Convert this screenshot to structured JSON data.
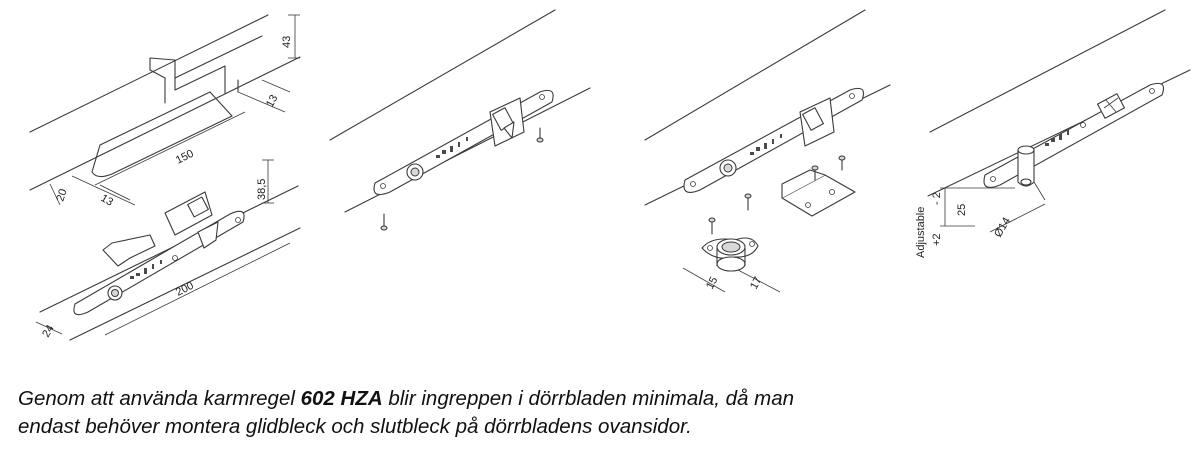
{
  "dimensions": {
    "d43": "43",
    "d13a": "13",
    "d150": "150",
    "d20": "20",
    "d13b": "13",
    "d38_5": "38,5",
    "d200": "200",
    "d24": "24",
    "d15": "15",
    "d17": "17",
    "d25": "25",
    "d14": "Ø14",
    "minus2": "- 2",
    "plus2": "+2",
    "adjustable": "Adjustable"
  },
  "caption": {
    "part1": "Genom att använda karmregel ",
    "bold": "602 HZA",
    "part2": " blir ingreppen i dörrbladen minimala, då man",
    "line2": "endast behöver montera glidbleck och slutbleck på dörrbladens ovansidor."
  }
}
